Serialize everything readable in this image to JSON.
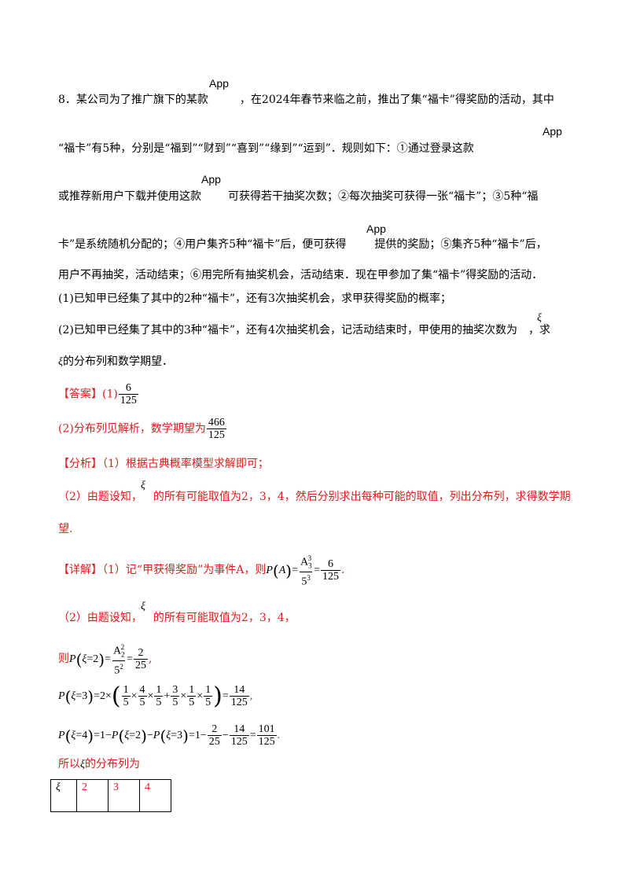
{
  "question": {
    "number_prefix": "8．某公司为了推广旗下的某款",
    "app_word": "App",
    "line1_tail": "，在2024年春节来临之前，推出了集“福卡”得奖励的活动，其中",
    "line2": "“福卡”有5种，分别是“福到”“财到”“喜到”“缘到”“运到”．规则如下：①通过登录这款",
    "line3_head": "或推荐新用户下载并使用这款",
    "line3_tail": "可获得若干抽奖次数；②每次抽奖可获得一张“福卡”；③5种“福",
    "line4_head": "卡”是系统随机分配的；④用户集齐5种“福卡”后，便可获得",
    "line4_tail": "提供的奖励；⑤集齐5种“福卡”后，",
    "line5": "用户不再抽奖，活动结束；⑥用完所有抽奖机会，活动结束．现在甲参加了集“福卡”得奖励的活动．",
    "part1": "(1)已知甲已经集了其中的2种“福卡”，还有3次抽奖机会，求甲获得奖励的概率；",
    "part2_head": "(2)已知甲已经集了其中的3种“福卡”，还有4次抽奖机会，记活动结束时，甲使用的抽奖次数为",
    "part2_tail": "，求",
    "part2_line2": "的分布列和数学期望．",
    "xi": "ξ"
  },
  "answer": {
    "label": "【答案】",
    "part1_prefix": "(1)",
    "part1_num": "6",
    "part1_den": "125",
    "part2_text": "(2)分布列见解析，数学期望为",
    "part2_num": "466",
    "part2_den": "125"
  },
  "analysis": {
    "label": "【分析】",
    "line1": "（1）根据古典概率模型求解即可；",
    "line2_head": "（2）由题设知，",
    "line2_tail": "的所有可能取值为2，3，4，然后分别求出每种可能的取值，列出分布列，求得数学期",
    "line3": "望."
  },
  "detail": {
    "label": "【详解】",
    "line1": "（1）记“甲获得奖励”为事件A，则",
    "pa_num_top": "3",
    "pa_num_bot": "3",
    "pa_den": "5",
    "pa_den_exp": "3",
    "pa_result_num": "6",
    "pa_result_den": "125",
    "line2_head": "（2）由题设知，",
    "line2_tail": "的所有可能取值为2，3，4，",
    "then": "则",
    "p2_res_num": "2",
    "p2_res_den": "25",
    "p3_terms": [
      "1",
      "5",
      "4",
      "5",
      "1",
      "5",
      "3",
      "5",
      "1",
      "5",
      "1",
      "5"
    ],
    "p3_res_num": "14",
    "p3_res_den": "125",
    "p4_a_num": "2",
    "p4_a_den": "25",
    "p4_b_num": "14",
    "p4_b_den": "125",
    "p4_res_num": "101",
    "p4_res_den": "125",
    "dist_intro_head": "所以",
    "dist_intro_tail": "的分布列为"
  },
  "dist_table": {
    "header": "ξ",
    "values": [
      "2",
      "3",
      "4"
    ]
  }
}
